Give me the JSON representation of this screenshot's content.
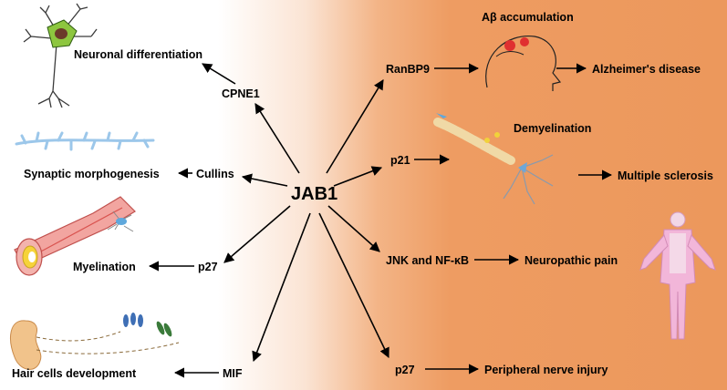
{
  "hub": "JAB1",
  "left": {
    "cpne1": "CPNE1",
    "neuronal_differentiation": "Neuronal differentiation",
    "cullins": "Cullins",
    "synaptic_morphogenesis": "Synaptic morphogenesis",
    "p27": "p27",
    "myelination": "Myelination",
    "mif": "MIF",
    "hair_cells_development": "Hair cells development"
  },
  "right": {
    "ranbp9": "RanBP9",
    "abeta_accumulation": "Aβ accumulation",
    "alzheimers": "Alzheimer's disease",
    "p21": "p21",
    "demyelination": "Demyelination",
    "multiple_sclerosis": "Multiple sclerosis",
    "jnk_nfkb": "JNK and NF-κB",
    "neuropathic_pain": "Neuropathic pain",
    "p27": "p27",
    "peripheral_nerve_injury": "Peripheral nerve injury"
  },
  "colors": {
    "left_background": "#ffffff",
    "right_background": "#ee9a5e",
    "arrow": "#000000"
  }
}
